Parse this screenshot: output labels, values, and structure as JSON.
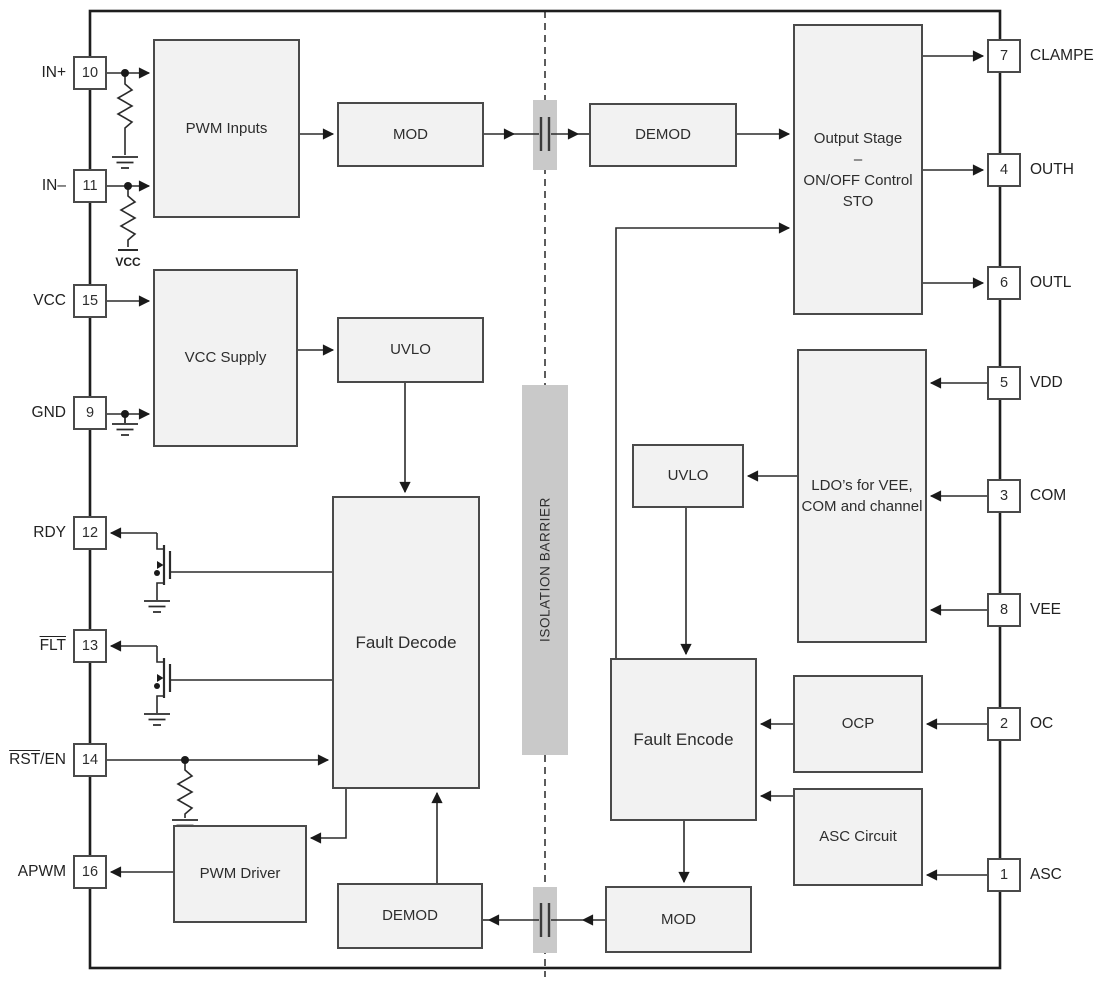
{
  "diagram": {
    "barrier_label": "ISOLATION BARRIER",
    "net_labels": {
      "in_minus_pullup": "VCC"
    },
    "colors": {
      "block_fill": "#f2f2f2",
      "block_border": "#4a4a4a",
      "wire": "#2b2b2b",
      "barrier_fill": "#c9c9c9",
      "outline": "#1d1d1d"
    }
  },
  "blocks": {
    "pwm_inputs": {
      "label": "PWM Inputs"
    },
    "mod_top": {
      "label": "MOD"
    },
    "demod_top": {
      "label": "DEMOD"
    },
    "output_stage": {
      "lines": [
        "Output Stage",
        "–",
        "ON/OFF Control",
        "STO"
      ]
    },
    "vcc_supply": {
      "label": "VCC Supply"
    },
    "uvlo_left": {
      "label": "UVLO"
    },
    "fault_decode": {
      "label": "Fault Decode"
    },
    "uvlo_right": {
      "label": "UVLO"
    },
    "ldo": {
      "lines": [
        "LDO’s for VEE,",
        "COM and channel"
      ]
    },
    "fault_encode": {
      "label": "Fault Encode"
    },
    "ocp": {
      "label": "OCP"
    },
    "asc_circuit": {
      "label": "ASC Circuit"
    },
    "pwm_driver": {
      "label": "PWM Driver"
    },
    "demod_bottom": {
      "label": "DEMOD"
    },
    "mod_bottom": {
      "label": "MOD"
    }
  },
  "pins_left": [
    {
      "number": "10",
      "label": "IN+"
    },
    {
      "number": "11",
      "label": "IN–"
    },
    {
      "number": "15",
      "label": "VCC"
    },
    {
      "number": "9",
      "label": "GND"
    },
    {
      "number": "12",
      "label": "RDY"
    },
    {
      "number": "13",
      "label_main": "FLT",
      "label_rest": ""
    },
    {
      "number": "14",
      "label_main": "RST",
      "label_rest": "/EN"
    },
    {
      "number": "16",
      "label": "APWM"
    }
  ],
  "pins_right": [
    {
      "number": "7",
      "label": "CLAMPE"
    },
    {
      "number": "4",
      "label": "OUTH"
    },
    {
      "number": "6",
      "label": "OUTL"
    },
    {
      "number": "5",
      "label": "VDD"
    },
    {
      "number": "3",
      "label": "COM"
    },
    {
      "number": "8",
      "label": "VEE"
    },
    {
      "number": "2",
      "label": "OC"
    },
    {
      "number": "1",
      "label": "ASC"
    }
  ]
}
